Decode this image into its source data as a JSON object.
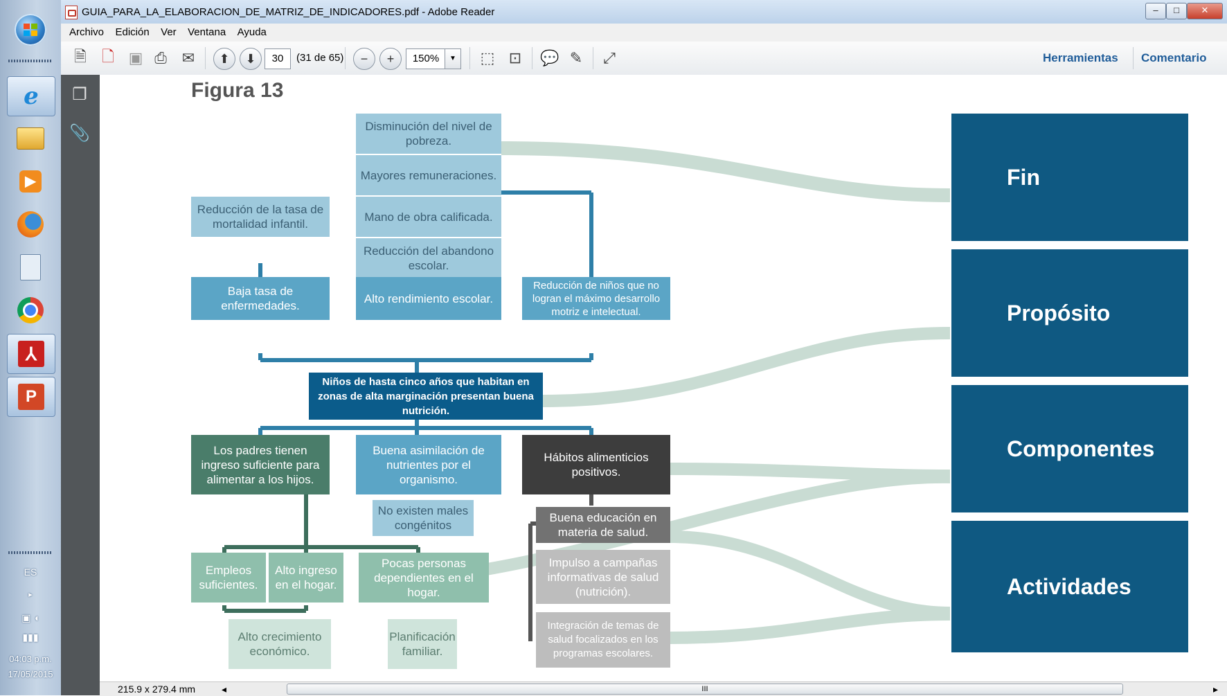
{
  "window": {
    "title": "GUIA_PARA_LA_ELABORACION_DE_MATRIZ_DE_INDICADORES.pdf - Adobe Reader",
    "controls": [
      "–",
      "□",
      "✕"
    ]
  },
  "menu": [
    "Archivo",
    "Edición",
    "Ver",
    "Ventana",
    "Ayuda"
  ],
  "toolbar": {
    "page_number": "30",
    "page_count": "(31 de 65)",
    "zoom": "150%",
    "tools_label": "Herramientas",
    "comments_label": "Comentario"
  },
  "taskbar": {
    "language": "ES",
    "time": "04:03 p.m.",
    "date": "17/05/2015"
  },
  "status": {
    "page_size": "215.9 x 279.4 mm",
    "scroll_arrow": "◂",
    "scroll_grip": "III",
    "scroll_right": "▸"
  },
  "figure": {
    "title": "Figura 13",
    "boxes": {
      "pobreza": "Disminución del nivel de pobreza.",
      "remuneraciones": "Mayores remuneraciones.",
      "mano_obra": "Mano de obra calificada.",
      "abandono": "Reducción del abandono escolar.",
      "mortalidad": "Reducción de la tasa de mortalidad infantil.",
      "enfermedades": "Baja tasa de enfermedades.",
      "rendimiento": "Alto rendimiento escolar.",
      "desarrollo": "Reducción de niños que no logran el máximo desarrollo motriz e intelectual.",
      "proposito": "Niños de hasta cinco años que habitan en zonas de alta marginación presentan buena nutrición.",
      "padres": "Los padres tienen ingreso suficiente para alimentar a los hijos.",
      "asimilacion": "Buena asimilación de nutrientes por el organismo.",
      "habitos": "Hábitos alimenticios positivos.",
      "congenitos": "No existen males congénitos",
      "educacion": "Buena educación en materia de salud.",
      "empleos": "Empleos suficientes.",
      "ingreso_hogar": "Alto ingreso en el hogar.",
      "dependientes": "Pocas personas dependientes en el hogar.",
      "campanas": "Impulso a campañas informativas de salud (nutrición).",
      "integracion": "Integración de temas de salud focalizados en los programas escolares.",
      "crecimiento": "Alto crecimiento económico.",
      "planificacion": "Planificación familiar."
    },
    "levels": [
      "Fin",
      "Propósito",
      "Componentes",
      "Actividades"
    ]
  }
}
